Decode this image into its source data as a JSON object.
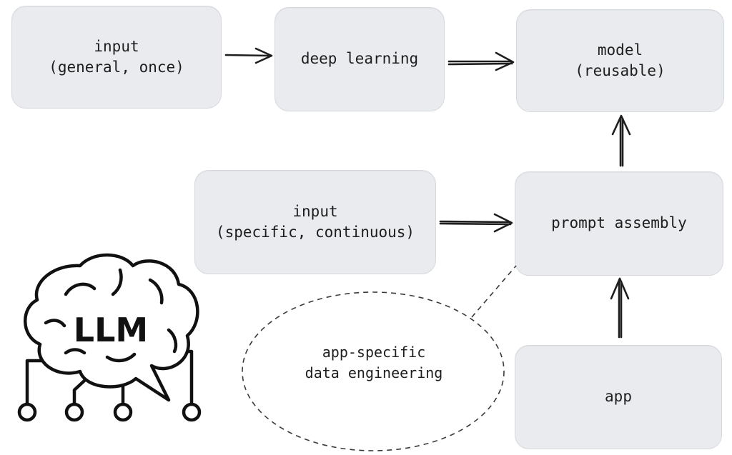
{
  "nodes": {
    "input_general": {
      "line1": "input",
      "line2": "(general, once)"
    },
    "deep_learning": {
      "line1": "deep learning"
    },
    "model": {
      "line1": "model",
      "line2": "(reusable)"
    },
    "input_specific": {
      "line1": "input",
      "line2": "(specific, continuous)"
    },
    "prompt_assembly": {
      "line1": "prompt assembly"
    },
    "app": {
      "line1": "app"
    }
  },
  "ellipse": {
    "line1": "app-specific",
    "line2": "data engineering"
  },
  "llm_icon": {
    "label": "LLM"
  },
  "colors": {
    "box_fill": "#e9ebee",
    "box_border": "#d6d9de",
    "ink": "#1e1e1e"
  },
  "icons": [
    "brain-icon",
    "arrow-right-icon",
    "arrow-up-icon"
  ]
}
